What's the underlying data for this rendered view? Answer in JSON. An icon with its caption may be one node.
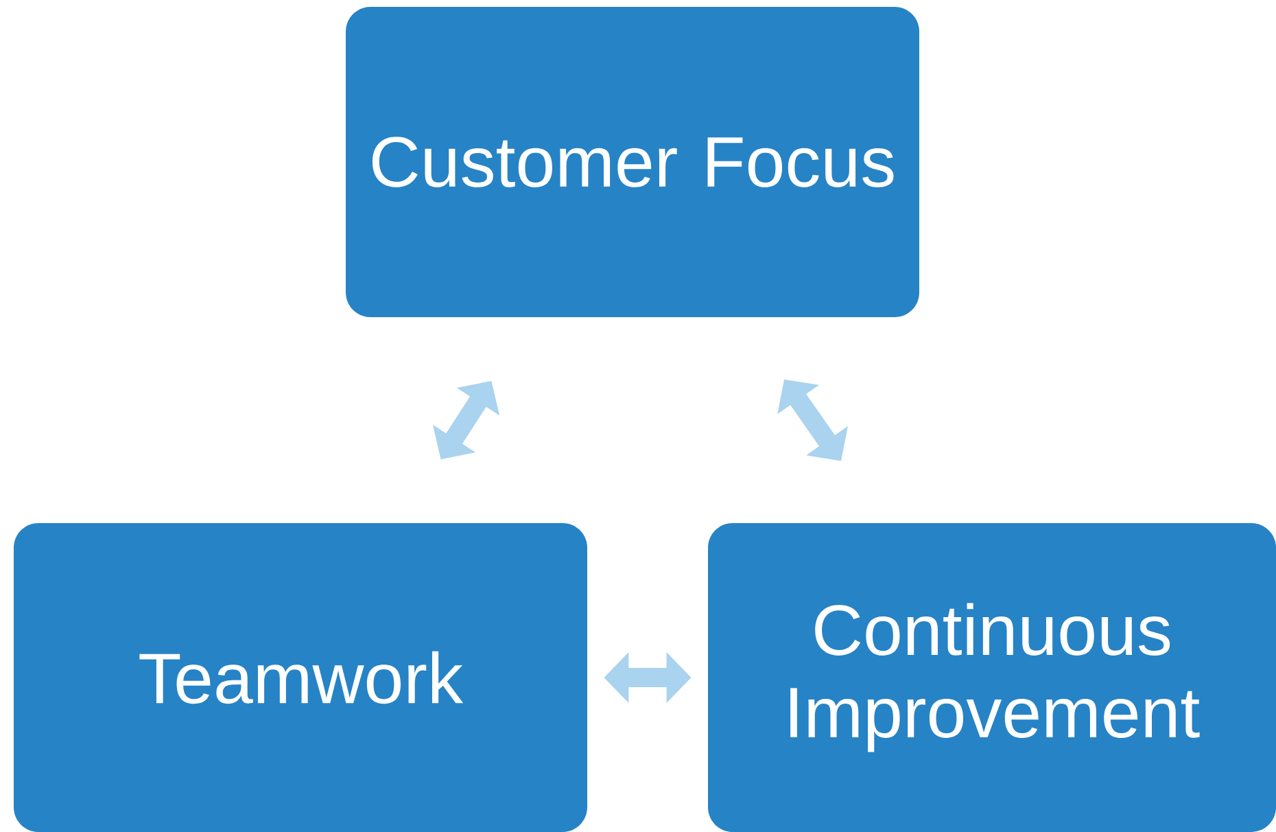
{
  "diagram": {
    "nodes": [
      {
        "text": [
          "Customer Focus"
        ]
      },
      {
        "text": [
          "Teamwork"
        ]
      },
      {
        "text": [
          "Continuous Improvement"
        ]
      }
    ],
    "edges": [
      {
        "from": 0,
        "to": 1,
        "arrow": "both"
      },
      {
        "from": 0,
        "to": 2,
        "arrow": "both"
      },
      {
        "from": 1,
        "to": 2,
        "arrow": "both"
      }
    ]
  }
}
